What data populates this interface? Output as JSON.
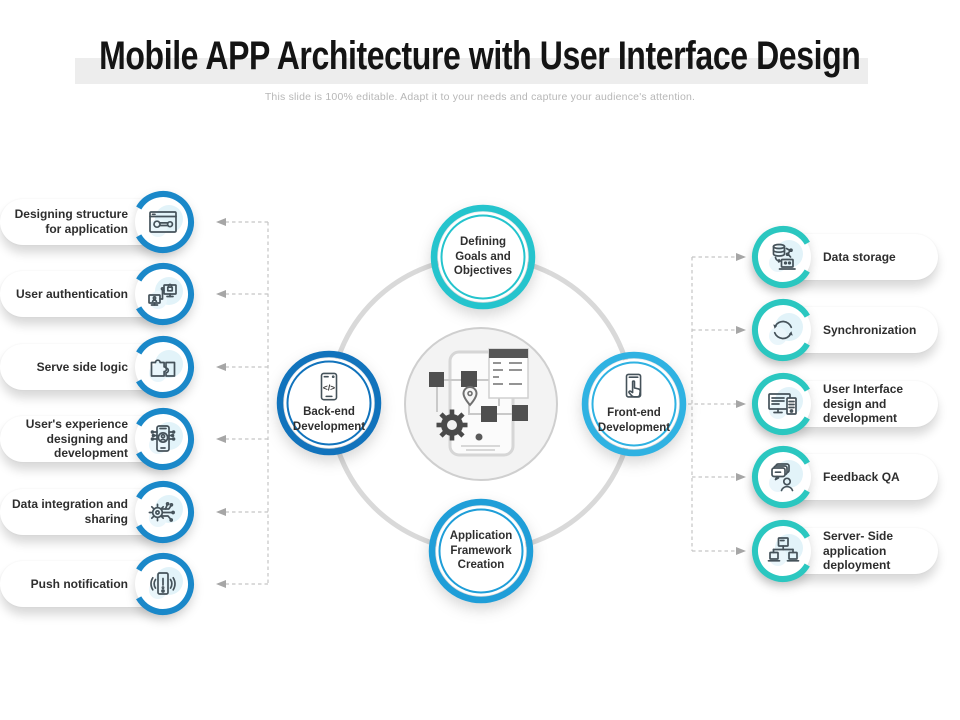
{
  "title": "Mobile APP Architecture with User Interface Design",
  "subtitle": "This slide is  100% editable.  Adapt it  to your needs and capture your audience's attention.",
  "nodes": {
    "top": {
      "label": "Defining Goals and Objectives"
    },
    "left": {
      "label": "Back-end Development"
    },
    "right": {
      "label": "Front-end Development"
    },
    "bottom": {
      "label": "Application Framework Creation"
    }
  },
  "left_items": [
    {
      "label": "Designing structure for application",
      "icon": "browser-wrench-icon"
    },
    {
      "label": "User authentication",
      "icon": "devices-lock-icon"
    },
    {
      "label": "Serve side logic",
      "icon": "puzzle-icon"
    },
    {
      "label": "User's experience designing and development",
      "icon": "phone-user-circuit-icon"
    },
    {
      "label": "Data integration and sharing",
      "icon": "gear-circuit-icon"
    },
    {
      "label": "Push notification",
      "icon": "phone-alert-icon"
    }
  ],
  "right_items": [
    {
      "label": "Data storage",
      "icon": "database-laptop-icon"
    },
    {
      "label": "Synchronization",
      "icon": "sync-arrows-icon"
    },
    {
      "label": "User Interface design and development",
      "icon": "monitor-phone-icon"
    },
    {
      "label": "Feedback QA",
      "icon": "chat-person-icon"
    },
    {
      "label": "Server- Side application deployment",
      "icon": "server-network-icon"
    }
  ],
  "colors": {
    "teal": "#25c4cd",
    "teal-item": "#2bc7c0",
    "blue-dark": "#1173bc",
    "blue-mid": "#1a88c9",
    "blue-light": "#2fb2e2",
    "blue-bottom": "#1f9ed8",
    "connector": "#c5c5c5",
    "icon-stroke": "#45525a",
    "text-dark": "#2e2e2e"
  }
}
